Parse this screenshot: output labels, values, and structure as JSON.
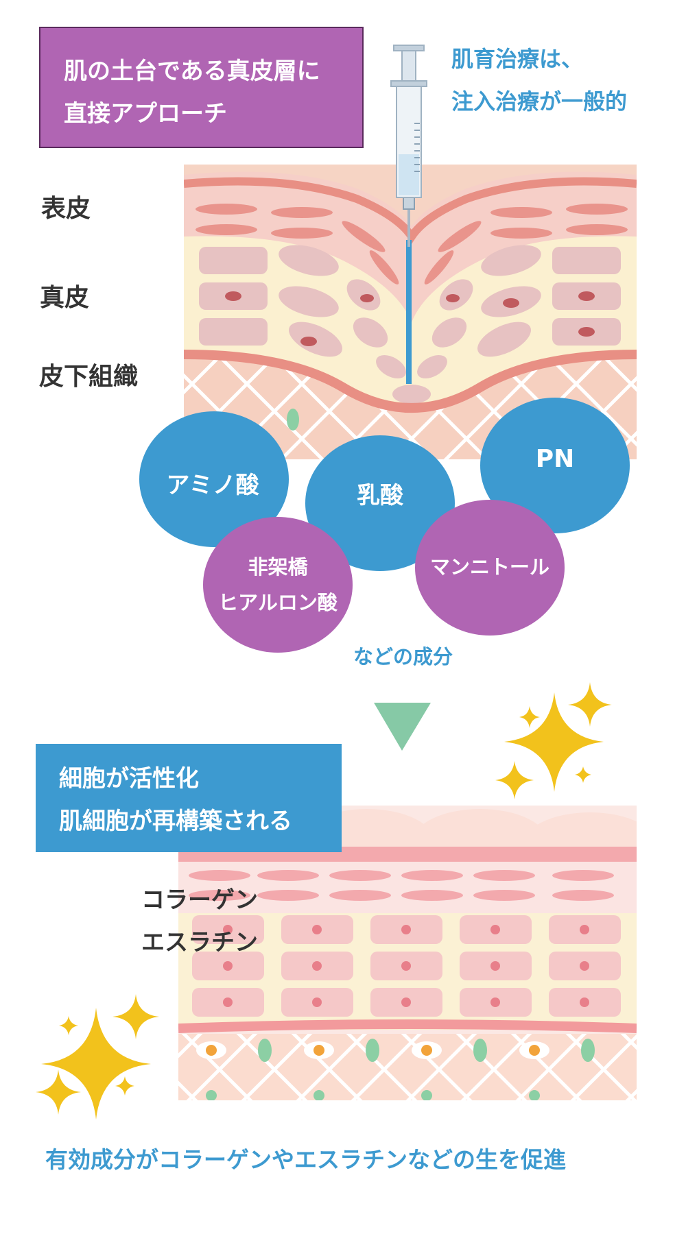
{
  "colors": {
    "purple": "#b065b3",
    "blue": "#3d9ad0",
    "teal_arrow": "#86c9a6",
    "sparkle": "#f2c21c"
  },
  "top_box": {
    "line1": "肌の土台である真皮層に",
    "line2": "直接アプローチ"
  },
  "top_caption": {
    "line1": "肌育治療は、",
    "line2": "注入治療が一般的"
  },
  "layers": {
    "epidermis": "表皮",
    "dermis": "真皮",
    "subcutis": "皮下組織"
  },
  "ingredients": {
    "amino": "アミノ酸",
    "lactic": "乳酸",
    "pn": "PN",
    "ha_line1": "非架橋",
    "ha_line2": "ヒアルロン酸",
    "mannitol": "マンニトール"
  },
  "etc": "などの成分",
  "bottom_box": {
    "line1": "細胞が活性化",
    "line2": "肌細胞が再構築される"
  },
  "bottom_labels": {
    "collagen": "コラーゲン",
    "elastin": "エスラチン"
  },
  "footer": "有効成分がコラーゲンやエスラチンなどの生を促進",
  "icons": [
    "syringe-icon",
    "down-arrow-icon",
    "sparkle-icon"
  ]
}
